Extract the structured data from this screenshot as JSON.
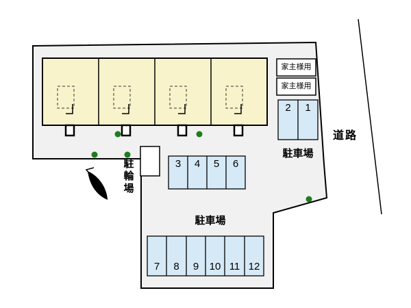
{
  "plan": {
    "road_label": "道路",
    "bicycle_parking_label": "駐輪場",
    "parking_lot_right_label": "駐車場",
    "parking_lot_main_label": "駐車場",
    "landlord_space_1": "家主様用",
    "landlord_space_2": "家主様用",
    "parking": {
      "right": [
        "2",
        "1"
      ],
      "middle": [
        "3",
        "4",
        "5",
        "6"
      ],
      "bottom": [
        "7",
        "8",
        "9",
        "10",
        "11",
        "12"
      ]
    },
    "icons": {
      "compass": "north-arrow-icon",
      "trees": "tree-icon"
    },
    "colors": {
      "property_fill": "#f1f1f1",
      "building_fill": "#f9f3cb",
      "parking_fill": "#d6e9f6",
      "tree_green": "#1e7d1e",
      "outline": "#000000"
    }
  }
}
